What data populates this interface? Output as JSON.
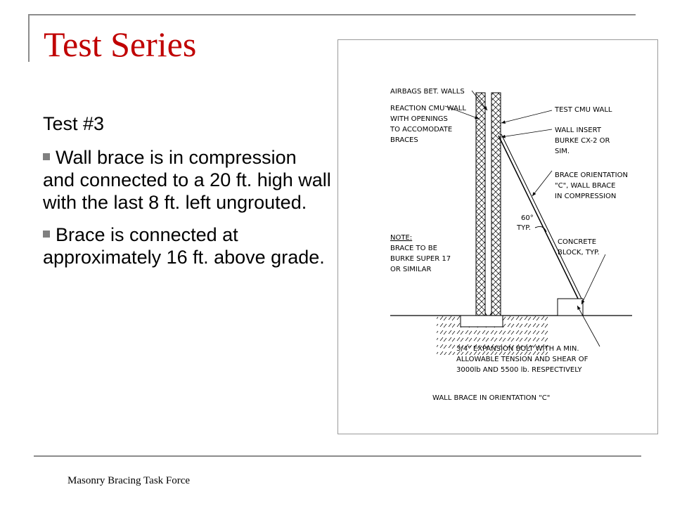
{
  "slide": {
    "title": "Test Series",
    "heading": "Test #3",
    "bullets": [
      "Wall brace is in compression and connected to a 20 ft. high wall with the last 8 ft. left ungrouted.",
      "Brace is connected at approximately 16 ft. above grade."
    ],
    "footer": "Masonry Bracing Task Force"
  },
  "drawing": {
    "labels": {
      "airbags": "AIRBAGS BET. WALLS",
      "reaction": [
        "REACTION CMU WALL",
        "WITH OPENINGS",
        "TO ACCOMODATE",
        "BRACES"
      ],
      "test_wall": "TEST CMU WALL",
      "wall_insert": [
        "WALL INSERT",
        "BURKE CX-2 OR",
        "SIM."
      ],
      "brace_orientation": [
        "BRACE ORIENTATION",
        "\"C\", WALL BRACE",
        "IN COMPRESSION"
      ],
      "angle": [
        "60°",
        "TYP."
      ],
      "note": [
        "NOTE:",
        "BRACE TO BE",
        "BURKE SUPER 17",
        "OR SIMILAR"
      ],
      "concrete": [
        "CONCRETE",
        "BLOCK, TYP."
      ],
      "bolt": [
        "3/4\" EXPANSION BOLT WITH A MIN.",
        "ALLOWABLE TENSION AND SHEAR OF",
        "3000lb AND 5500 lb. RESPECTIVELY"
      ],
      "caption": "WALL BRACE IN ORIENTATION \"C\""
    }
  },
  "colors": {
    "title": "#c00000",
    "bullet": "#808080",
    "frame": "#8c8c8c"
  }
}
